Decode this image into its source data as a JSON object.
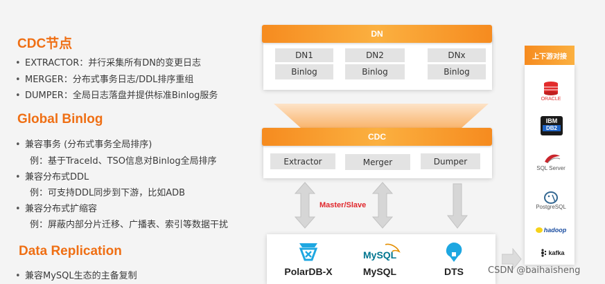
{
  "sections": {
    "cdc": {
      "title": "CDC节点",
      "items": [
        "EXTRACTOR：并行采集所有DN的变更日志",
        "MERGER：分布式事务日志/DDL排序重组",
        "DUMPER：全局日志落盘并提供标准Binlog服务"
      ]
    },
    "global": {
      "title": "Global Binlog",
      "items": [
        {
          "text": "兼容事务 (分布式事务全局排序)",
          "sub": "例：基于TraceId、TSO信息对Binlog全局排序"
        },
        {
          "text": "兼容分布式DDL",
          "sub": "例：可支持DDL同步到下游，比如ADB"
        },
        {
          "text": "兼容分布式扩缩容",
          "sub": "例：屏蔽内部分片迁移、广播表、索引等数据干扰"
        }
      ]
    },
    "replication": {
      "title": "Data Replication",
      "items": [
        "兼容MySQL生态的主备复制"
      ]
    }
  },
  "diagram": {
    "dn": {
      "title": "DN",
      "nodes": [
        {
          "name": "DN1",
          "log": "Binlog"
        },
        {
          "name": "DN2",
          "log": "Binlog"
        },
        {
          "name": "DNx",
          "log": "Binlog"
        }
      ]
    },
    "cdc": {
      "title": "CDC",
      "components": [
        "Extractor",
        "Merger",
        "Dumper"
      ]
    },
    "arrow_label": "Master/Slave",
    "products": [
      "PolarDB-X",
      "MySQL",
      "DTS"
    ],
    "mysql_logo_text": "MySQL",
    "downstream": {
      "title": "上下游对接",
      "logos": [
        {
          "icon": "oracle-icon",
          "text": "ORACLE"
        },
        {
          "icon": "ibm-db2-icon",
          "text1": "IBM",
          "text2": "DB2"
        },
        {
          "icon": "sql-server-icon",
          "text": "SQL Server"
        },
        {
          "icon": "postgresql-icon",
          "text": "PostgreSQL"
        },
        {
          "icon": "hadoop-icon",
          "text": "hadoop"
        },
        {
          "icon": "kafka-icon",
          "text": "kafka"
        }
      ]
    }
  },
  "watermark": "CSDN @baihaisheng",
  "colors": {
    "accent": "#ef6f14",
    "bar": "#f68b1f",
    "arrow_label": "#e0262b"
  }
}
